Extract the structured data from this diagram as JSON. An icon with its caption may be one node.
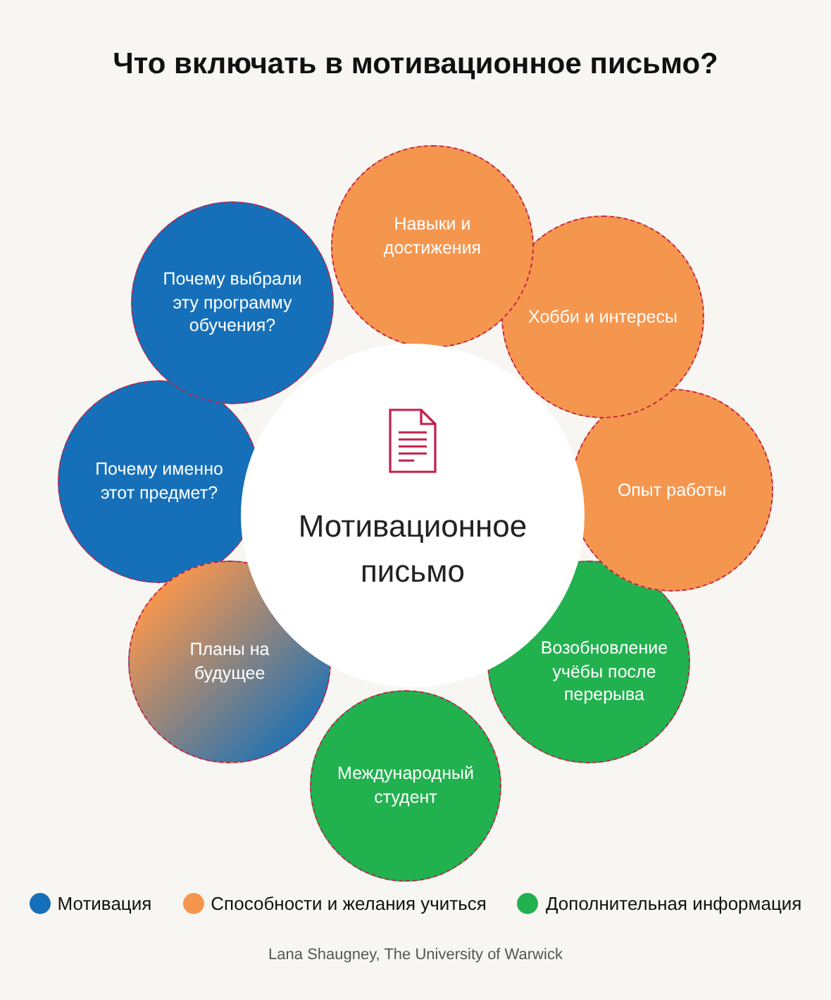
{
  "diagram": {
    "title": "Что включать в мотивационное письмо?",
    "caption": "Lana Shaugney, The University of Warwick",
    "nodes": [
      {
        "text": [
          "Навыки и достижения"
        ]
      },
      {
        "text": [
          "Почему выбрали эту программу обучения?"
        ]
      },
      {
        "text": [
          "Хобби и интересы"
        ]
      },
      {
        "text": [
          "Почему именно этот предмет?"
        ]
      },
      {
        "text": [
          "Мотивационное письмо"
        ]
      },
      {
        "text": [
          "Опыт работы"
        ]
      },
      {
        "text": [
          "Планы на будущее"
        ]
      },
      {
        "text": [
          "Возобновление учёбы после перерыва"
        ]
      },
      {
        "text": [
          "Международный студент"
        ]
      }
    ],
    "legend": [
      {
        "text": "Мотивация",
        "color": "#1670b9"
      },
      {
        "text": "Способности и желания учиться",
        "color": "#f5964f"
      },
      {
        "text": "Дополнительная информация",
        "color": "#22b14f"
      }
    ]
  }
}
